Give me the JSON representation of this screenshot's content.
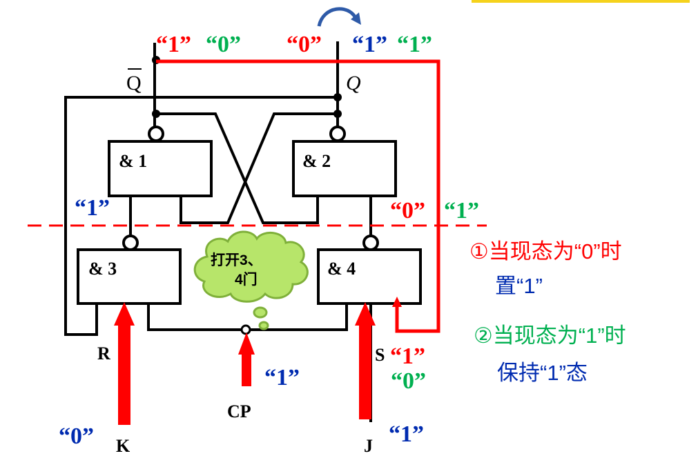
{
  "colors": {
    "red": "#ff0000",
    "green": "#00b050",
    "blue": "#002bb0",
    "black": "#000000",
    "cloud_fill": "#b7e56a",
    "cloud_stroke": "#7fb03a",
    "arrow_blue": "#2e5aa8",
    "highlight": "#f5d21c"
  },
  "gates": {
    "g1": "& 1",
    "g2": "& 2",
    "g3": "& 3",
    "g4": "& 4"
  },
  "outputs": {
    "qbar": "Q",
    "q": "Q"
  },
  "pins": {
    "r": "R",
    "s": "S",
    "cp": "CP",
    "k": "K",
    "j": "J"
  },
  "cloud": {
    "line1": "打开3、",
    "line2": "4门"
  },
  "levels": {
    "qbar_before": "“1”",
    "qbar_after": "“0”",
    "q_before": "“0”",
    "q_mid": "“1”",
    "q_after": "“1”",
    "g3_input": "“1”",
    "g4_before": "“0”",
    "g4_after": "“1”",
    "s_before": "“1”",
    "s_after": "“0”",
    "cp": "“1”",
    "k": "“0”",
    "j": "“1”"
  },
  "notes": {
    "note1_line1": "①当现态为“0”时",
    "note1_line2": "置“1”",
    "note2_line1": "②当现态为“1”时",
    "note2_line2": "保持“1”态"
  }
}
